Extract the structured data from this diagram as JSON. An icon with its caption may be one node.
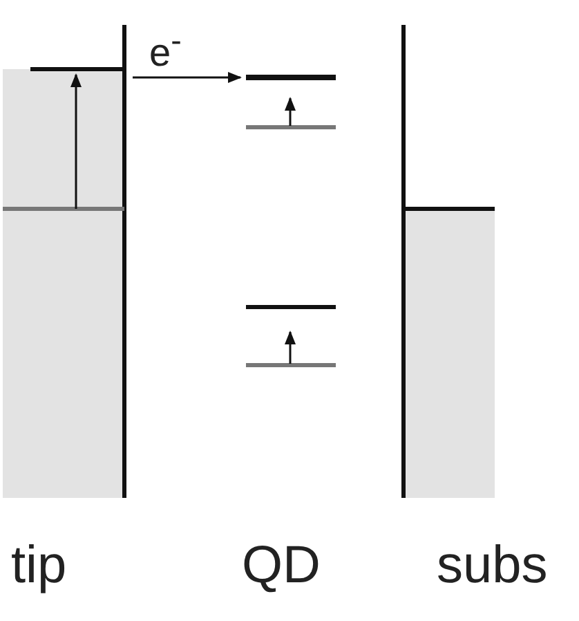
{
  "diagram": {
    "nodes": [
      {
        "text": [
          "tip"
        ]
      },
      {
        "text": [
          "QD"
        ]
      },
      {
        "text": [
          "subs"
        ]
      },
      {
        "text": [],
        "shape": "bar",
        "in": 1
      }
    ],
    "edges": [
      {
        "from": 0,
        "to": 3,
        "arrow": "to",
        "label": "e$^{-}$"
      }
    ]
  }
}
